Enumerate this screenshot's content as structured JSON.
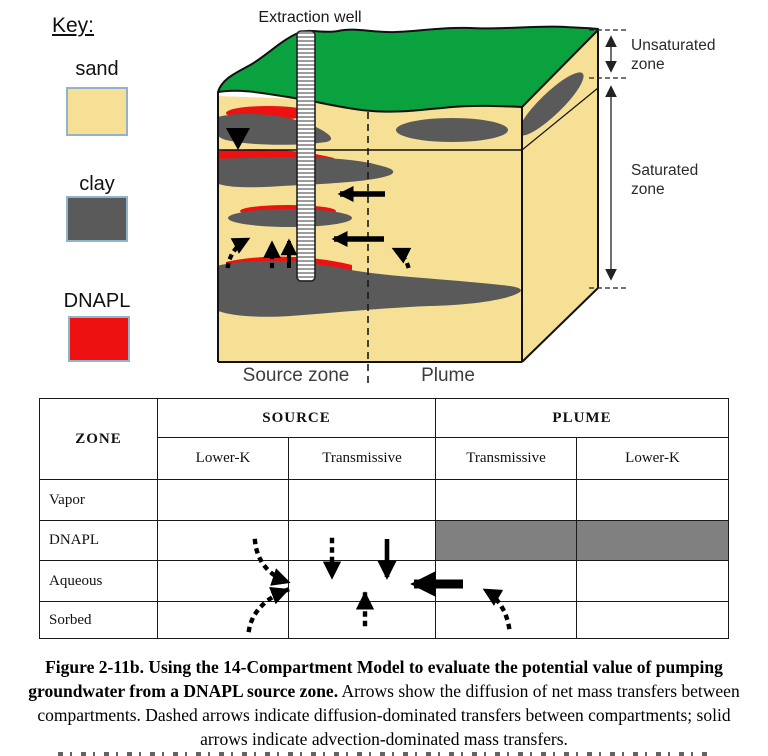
{
  "key": {
    "title": "Key:",
    "items": [
      {
        "id": "sand",
        "label": "sand",
        "color": "#f5e096"
      },
      {
        "id": "clay",
        "label": "clay",
        "color": "#5a5a5a"
      },
      {
        "id": "dnapl",
        "label": "DNAPL",
        "color": "#ee1111"
      }
    ]
  },
  "diagram": {
    "extraction_well_label": "Extraction well",
    "unsaturated_zone_lines": [
      "Unsaturated",
      "zone"
    ],
    "saturated_zone_lines": [
      "Saturated",
      "zone"
    ],
    "source_zone_label": "Source zone",
    "plume_label": "Plume",
    "colors": {
      "sand": "#f5e096",
      "clay": "#5a5a5a",
      "dnapl": "#ee1111",
      "grass": "#0aa23f",
      "outline": "#111111"
    }
  },
  "table": {
    "zone_header": "ZONE",
    "source_header": "SOURCE",
    "plume_header": "PLUME",
    "subheaders": [
      "Lower-K",
      "Transmissive",
      "Transmissive",
      "Lower-K"
    ],
    "row_labels": [
      "Vapor",
      "DNAPL",
      "Aqueous",
      "Sorbed"
    ],
    "gray_cell": {
      "row": "DNAPL",
      "span": "PLUME Transmissive + PLUME Lower-K",
      "color": "#808080"
    }
  },
  "caption": {
    "bold": "Figure 2-11b. Using the 14-Compartment Model to evaluate the potential value of pumping groundwater from a DNAPL source zone.",
    "normal": "Arrows show the diffusion of net mass transfers between compartments. Dashed arrows indicate diffusion-dominated transfers between compartments; solid arrows indicate advection-dominated mass transfers."
  }
}
